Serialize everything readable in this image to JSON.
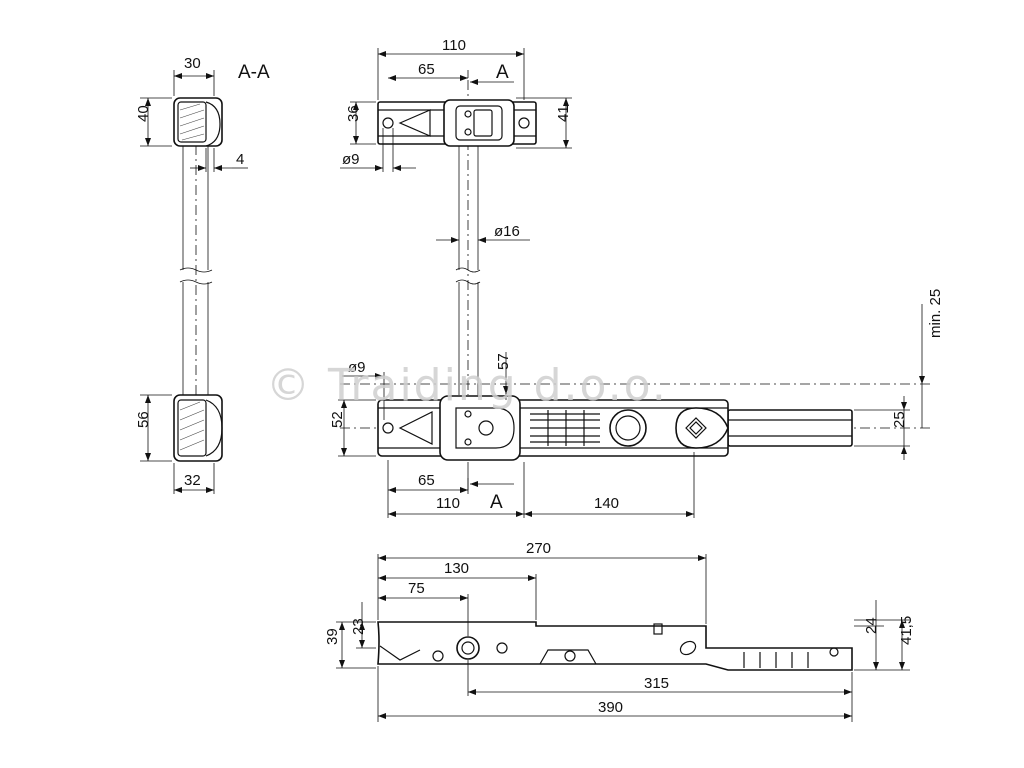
{
  "watermark": "© Traiding d.o.o.",
  "section_label": "A-A",
  "cut_marker_top": "A",
  "cut_marker_bottom": "A",
  "section_view": {
    "width_top": "30",
    "height_top": "40",
    "offset": "4",
    "height_bottom": "56",
    "width_bottom": "32"
  },
  "top_view": {
    "length_110": "110",
    "length_65": "65",
    "height_36": "36",
    "height_41": "41",
    "hole_dia": "ø9",
    "rod_dia": "ø16"
  },
  "main_view": {
    "hole_dia": "ø9",
    "dim_57": "57",
    "min_25": "min. 25",
    "height_52": "52",
    "height_25": "25",
    "length_65": "65",
    "length_110": "110",
    "length_140": "140"
  },
  "side_view": {
    "len_270": "270",
    "len_130": "130",
    "len_75": "75",
    "h_39": "39",
    "h_23": "23",
    "h_24": "24",
    "h_41_5": "41,5",
    "len_315": "315",
    "len_390": "390"
  }
}
